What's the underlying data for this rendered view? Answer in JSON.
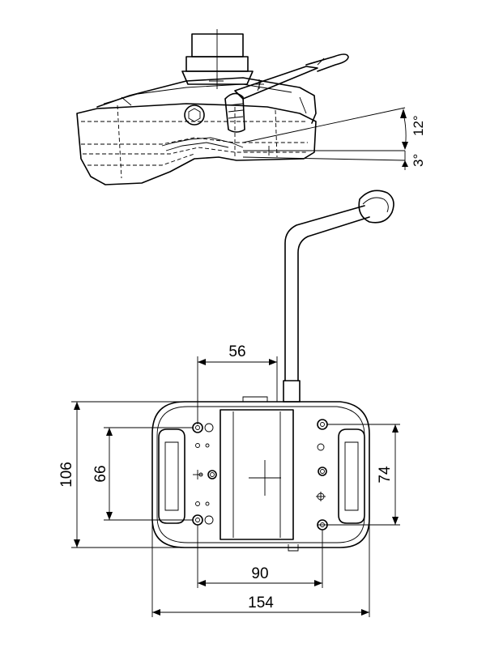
{
  "dimensions": {
    "angle_upper": "12°",
    "angle_lower": "3°",
    "hole_spacing_top": "56",
    "bolt_spacing_bottom": "90",
    "overall_width": "154",
    "overall_height": "106",
    "left_hole_spacing": "66",
    "right_hole_spacing": "74"
  }
}
